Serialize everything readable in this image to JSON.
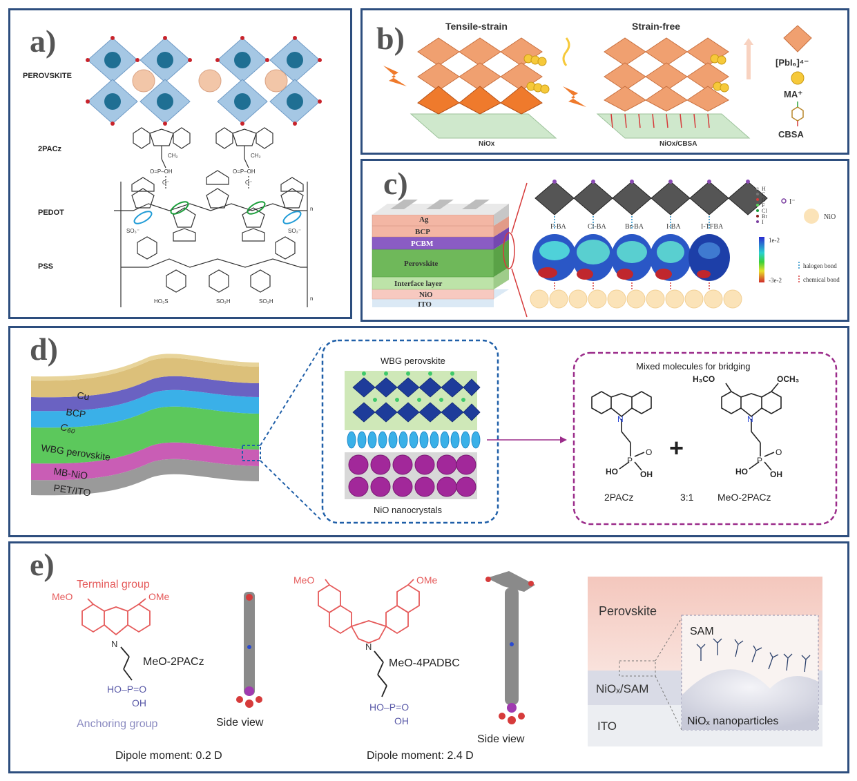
{
  "colors": {
    "border": "#2d4e7e",
    "octahedron_blue": "#8fb8dc",
    "cation_orange": "#f2c6a8",
    "pbi_orange": "#f0a070",
    "nio_green": "#cfe8cc",
    "red_molecule": "#e55a5a",
    "blue_anchor": "#6a6aaa",
    "purple_dash": "#9b2c8a",
    "blue_dash": "#1f5fa8"
  },
  "panel_a": {
    "label": "a)",
    "layers": [
      "PEROVSKITE",
      "2PACz",
      "PEDOT",
      "PSS"
    ],
    "chem": {
      "ch2_1": "CH₂",
      "ch2_2": "CH₂",
      "po3h_1": "O=P–OH",
      "po3h_2": "O=P–OH",
      "o_minus_1": "O⁻",
      "o_minus_2": "O⁻",
      "so3_1": "SO₃⁻",
      "so3_2": "SO₃⁻",
      "so3h_1": "HO₃S",
      "so3h_2": "SO₃H",
      "so3h_3": "SO₃H",
      "n_1": "n",
      "n_2": "n"
    }
  },
  "panel_b": {
    "label": "b)",
    "title_left": "Tensile-strain",
    "title_right": "Strain-free",
    "substrate_left": "NiOx",
    "substrate_right": "NiOx/CBSA",
    "legend": [
      "[PbI₆]⁴⁻",
      "MA⁺",
      "CBSA"
    ]
  },
  "panel_c": {
    "label": "c)",
    "stack": [
      "Ag",
      "BCP",
      "PCBM",
      "Perovskite",
      "Interface layer",
      "NiO",
      "ITO"
    ],
    "molecules": [
      "F-BA",
      "Cl-BA",
      "Br-BA",
      "I-BA",
      "I-TFBA"
    ],
    "elements": [
      "H",
      "C",
      "O",
      "F",
      "Cl",
      "Br",
      "I"
    ],
    "legend_i": "I⁻",
    "legend_nio": "NiO",
    "scale_top": "1e-2",
    "scale_bottom": "-3e-2",
    "bond_halogen": "halogen bond",
    "bond_chemical": "chemical bond"
  },
  "panel_d": {
    "label": "d)",
    "stack": [
      "Cu",
      "BCP",
      "C₆₀",
      "WBG perovskite",
      "MB-NiO",
      "PET/ITO"
    ],
    "zoom_top": "WBG perovskite",
    "zoom_bottom": "NiO nanocrystals",
    "mixed_title": "Mixed molecules for bridging",
    "mol_left": "2PACz",
    "ratio": "3:1",
    "mol_right": "MeO-2PACz",
    "h3co": "H₃CO",
    "och3": "OCH₃",
    "n": "N",
    "p": "P",
    "o": "O",
    "ho": "HO",
    "oh": "OH",
    "plus": "+"
  },
  "panel_e": {
    "label": "e)",
    "terminal_group": "Terminal group",
    "anchoring_group": "Anchoring group",
    "meo_a": "MeO",
    "ome_a": "OMe",
    "meo_b": "MeO",
    "ome_b": "OMe",
    "n": "N",
    "mol1": "MeO-2PACz",
    "mol2": "MeO-4PADBC",
    "phos1": "HO–P=O",
    "oh1": "OH",
    "phos2": "HO–P=O",
    "oh2": "OH",
    "side_view_1": "Side view",
    "side_view_2": "Side view",
    "dipole_1": "Dipole moment: 0.2 D",
    "dipole_2": "Dipole moment: 2.4 D",
    "perovskite": "Perovskite",
    "nio_sam": "NiOₓ/SAM",
    "ito": "ITO",
    "sam": "SAM",
    "nio_np": "NiOₓ nanoparticles"
  }
}
